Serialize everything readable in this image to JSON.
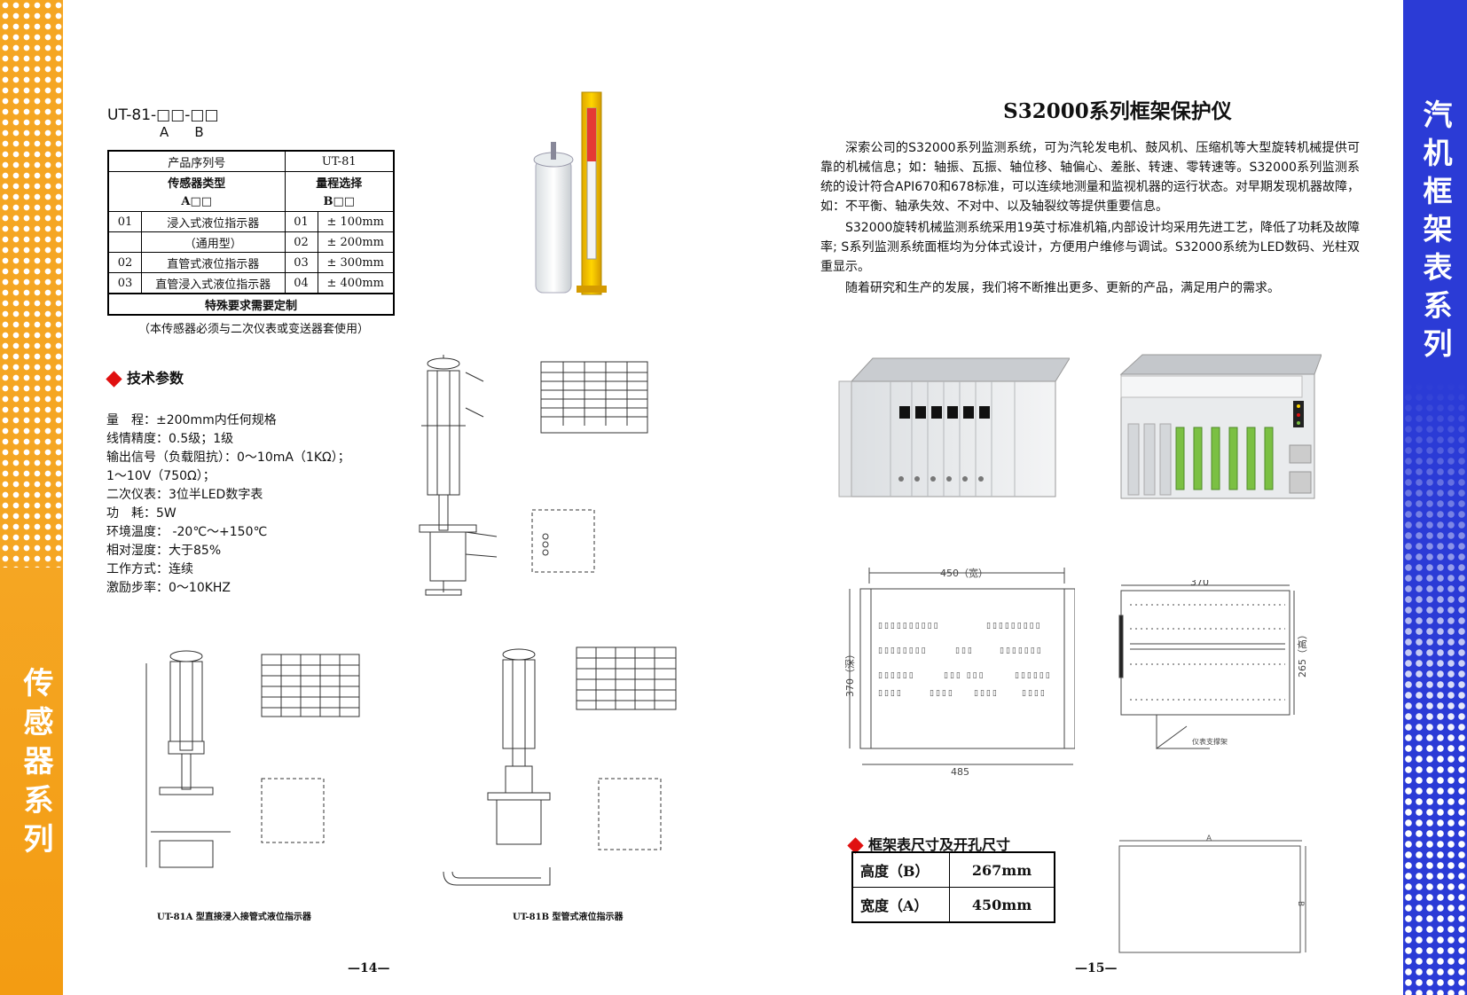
{
  "left_page": {
    "side_label": "传感器系列",
    "model_code": "UT-81-□□-□□",
    "model_code_letters": "A    B",
    "table": {
      "series_label": "产品序列号",
      "series_value": "UT-81",
      "sensor_type_header": "传感器类型",
      "sensor_type_code": "A□□",
      "range_header": "量程选择",
      "range_code": "B□□",
      "rows": [
        {
          "code": "01",
          "name": "浸入式液位指示器",
          "range_code": "01",
          "range": "± 100mm"
        },
        {
          "code": "",
          "name": "（通用型）",
          "range_code": "02",
          "range": "± 200mm"
        },
        {
          "code": "02",
          "name": "直管式液位指示器",
          "range_code": "03",
          "range": "± 300mm"
        },
        {
          "code": "03",
          "name": "直管浸入式液位指示器",
          "range_code": "04",
          "range": "± 400mm"
        }
      ],
      "footer": "特殊要求需要定制"
    },
    "note": "（本传感器必须与二次仪表或变送器套使用）",
    "tech_title": "技术参数",
    "params": [
      "量　程：±200mm内任何规格",
      "线情精度：0.5级；1级",
      "输出信号（负载阻抗）：0～10mA（1KΩ）；",
      "1～10V（750Ω）；",
      "二次仪表：3位半LED数字表",
      "功　耗：5W",
      "环境温度：  -20℃～+150℃",
      "相对湿度：大于85%",
      "工作方式：连续",
      "激励步率：0～10KHZ"
    ],
    "caption_a": "UT-81A 型直接浸入接管式液位指示器",
    "caption_b": "UT-81B 型管式液位指示器",
    "page_number": "—14—"
  },
  "right_page": {
    "side_label": "汽机框架表系列",
    "title": "S32000系列框架保护仪",
    "paragraphs": [
      "深索公司的S32000系列监测系统，可为汽轮发电机、鼓风机、压缩机等大型旋转机械提供可靠的机械信息；如：轴振、瓦振、轴位移、轴偏心、差胀、转速、零转速等。S32000系列监测系统的设计符合API670和678标准，可以连续地测量和监视机器的运行状态。对早期发现机器故障，如：不平衡、轴承失效、不对中、以及轴裂纹等提供重要信息。",
      "S32000旋转机械监测系统采用19英寸标准机箱,内部设计均采用先进工艺，降低了功耗及故障率; S系列监测系统面框均为分体式设计，方便用户维修与调试。S32000系统为LED数码、光柱双重显示。",
      "随着研究和生产的发展，我们将不断推出更多、更新的产品，满足用户的需求。"
    ],
    "drawing_labels": {
      "front_width": "450（宽）",
      "front_depth": "370（深）",
      "front_bottom": "485",
      "rear_width": "370",
      "rear_height": "265（高）",
      "rear_mount": "仪表支撑架",
      "cutout_a": "A",
      "cutout_b": "B"
    },
    "dim_title": "框架表尺寸及开孔尺寸",
    "dims": [
      {
        "label": "高度（B）",
        "value": "267mm"
      },
      {
        "label": "宽度（A）",
        "value": "450mm"
      }
    ],
    "page_number": "—15—"
  },
  "colors": {
    "orange": "#f5a623",
    "blue": "#2b3bd6",
    "red": "#e01010",
    "yellow": "#f7c600",
    "green": "#7bc043"
  }
}
